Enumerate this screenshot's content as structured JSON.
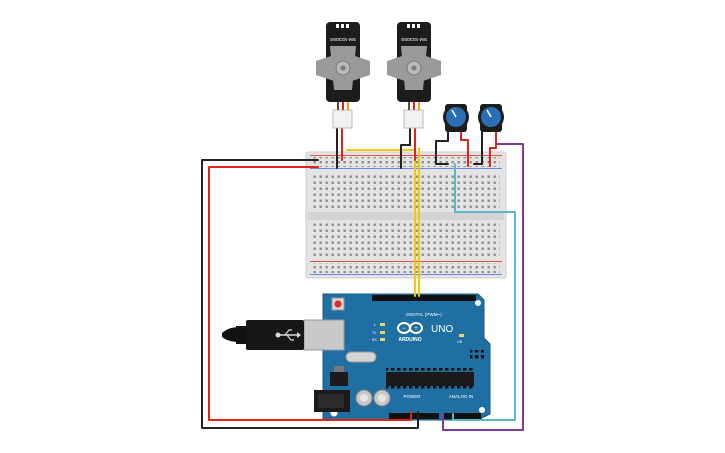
{
  "servos": [
    {
      "model_label": "SM-S2309S"
    },
    {
      "model_label": "SM-S2309S"
    }
  ],
  "arduino": {
    "brand": "ARDUINO",
    "model": "UNO",
    "digital_header_label": "DIGITAL (PWM~)",
    "power_header_label": "POWER",
    "analog_header_label": "ANALOG IN",
    "led_labels": [
      "L",
      "TX",
      "RX"
    ],
    "on_label": "ON"
  },
  "colors": {
    "board": "#1f6fa3",
    "breadboard": "#e4e4e4",
    "wire_red": "#e2231a",
    "wire_black": "#222222",
    "wire_yellow": "#f2c80f",
    "wire_teal": "#5bb8c6",
    "wire_purple": "#7d3c98",
    "pot_knob": "#2a6fb5"
  }
}
